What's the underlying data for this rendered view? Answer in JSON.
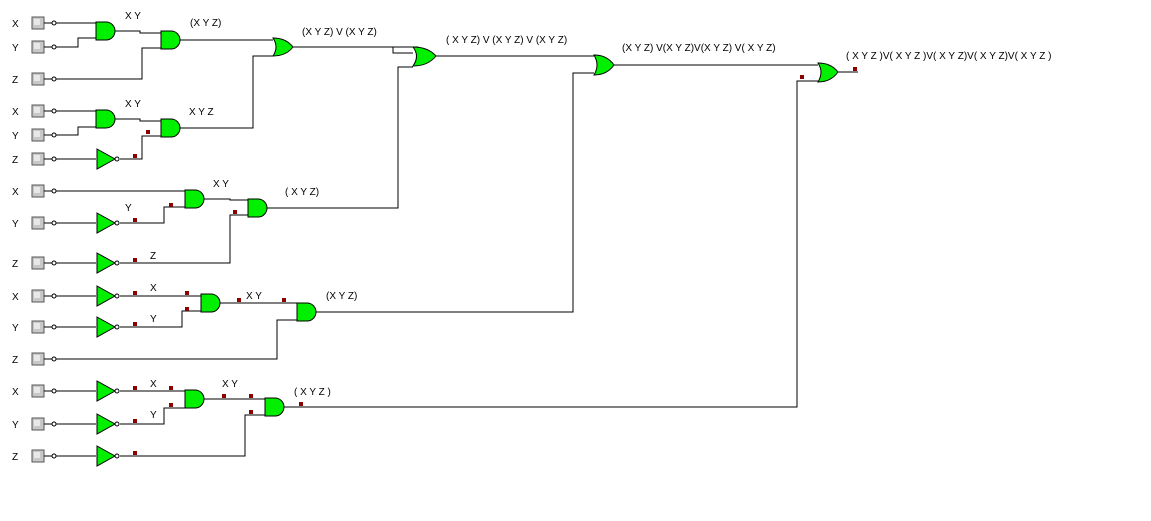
{
  "circuit": {
    "inputs": [
      {
        "label": "X"
      },
      {
        "label": "Y"
      },
      {
        "label": "Z"
      },
      {
        "label": "X"
      },
      {
        "label": "Y"
      },
      {
        "label": "Z"
      },
      {
        "label": "X"
      },
      {
        "label": "Y"
      },
      {
        "label": "Z"
      },
      {
        "label": "X"
      },
      {
        "label": "Y"
      },
      {
        "label": "Z"
      },
      {
        "label": "X"
      },
      {
        "label": "Y"
      },
      {
        "label": "Z"
      }
    ],
    "wire_labels": [
      "X    Y",
      "(X    Y    Z)",
      "X    Y",
      "X    Y    Z",
      "X    Y",
      "Y",
      "(  X    Y    Z)",
      "Z",
      "X",
      "Y",
      "X    Y",
      "(X    Y    Z)",
      "X",
      "Y",
      "X    Y",
      "(  X    Y    Z  )",
      "(X    Y    Z) V (X    Y    Z)",
      "(  X    Y    Z) V (X  Y  Z) V (X  Y  Z)",
      "(X    Y    Z) V(X  Y  Z)V(X    Y  Z) V(  X    Y  Z)",
      "(  X    Y    Z  )V(  X    Y    Z )V(  X    Y    Z)V(  X    Y    Z)V(  X    Y    Z  )"
    ]
  }
}
